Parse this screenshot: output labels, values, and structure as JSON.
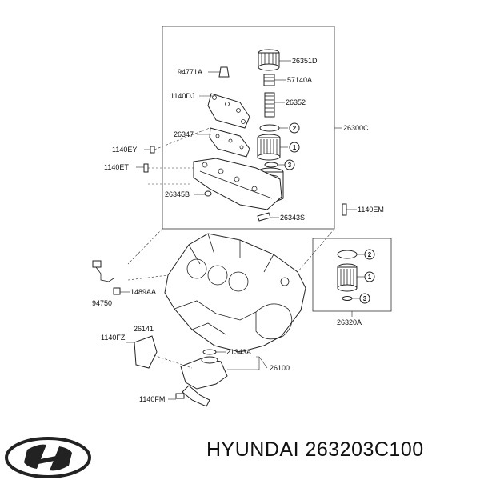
{
  "brand": {
    "logo_text": "Hyundai"
  },
  "caption": {
    "text": "HYUNDAI 263203C100"
  },
  "labels": {
    "p26351D": "26351D",
    "p94771A": "94771A",
    "p57140A": "57140A",
    "p1140DJ": "1140DJ",
    "p26352": "26352",
    "p26300C": "26300C",
    "p26347": "26347",
    "p1140EY": "1140EY",
    "p1140ET": "1140ET",
    "p26345B": "26345B",
    "p26343S": "26343S",
    "p1140EM": "1140EM",
    "p94750": "94750",
    "p1489AA": "1489AA",
    "p26320A": "26320A",
    "p1140FZ": "1140FZ",
    "p26141": "26141",
    "p21343A": "21343A",
    "p26100": "26100",
    "p1140FM": "1140FM"
  },
  "callouts": {
    "c1": "1",
    "c2": "2",
    "c3": "3"
  }
}
